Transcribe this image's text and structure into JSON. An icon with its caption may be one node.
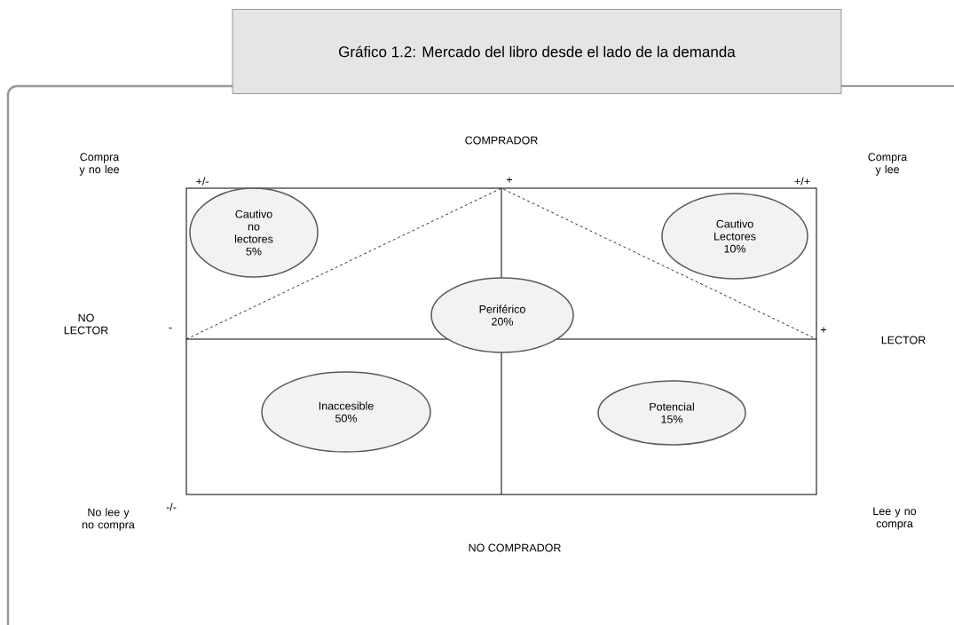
{
  "diagram": {
    "nodes": [
      {
        "text": [
          "Gráfico 1.2: Mercado del libro desde el lado de la demanda"
        ]
      },
      {
        "text": [
          "Cautivo no lectores 5%"
        ]
      },
      {
        "text": [
          "Periférico 20%"
        ]
      },
      {
        "text": [
          "Cautivo Lectores 10%"
        ]
      },
      {
        "text": [
          "Inaccesible 50%"
        ]
      },
      {
        "text": [
          "Potencial 15%"
        ]
      }
    ],
    "labels": [
      "COMPRADOR",
      "Compra y no lee",
      "+/-",
      "+",
      "+/+",
      "Compra y lee",
      "NO LECTOR",
      "-",
      "+",
      "LECTOR",
      "No lee y no compra",
      "-/-",
      "Lee y no compra",
      "NO COMPRADOR"
    ]
  }
}
